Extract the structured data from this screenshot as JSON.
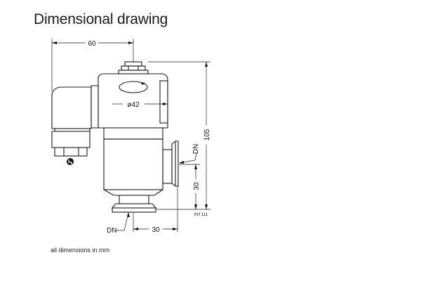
{
  "title": "Dimensional drawing",
  "footnote": "all dimensions in mm",
  "drawing": {
    "dimensions": {
      "width_top": "60",
      "diameter": "ø42",
      "height_total": "105",
      "flange_height": "30",
      "flange_offset": "30",
      "dn_side": "DN",
      "dn_bottom": "DN"
    },
    "drawing_code": "KH 111",
    "ground_symbol": "ground-terminal-symbol"
  }
}
